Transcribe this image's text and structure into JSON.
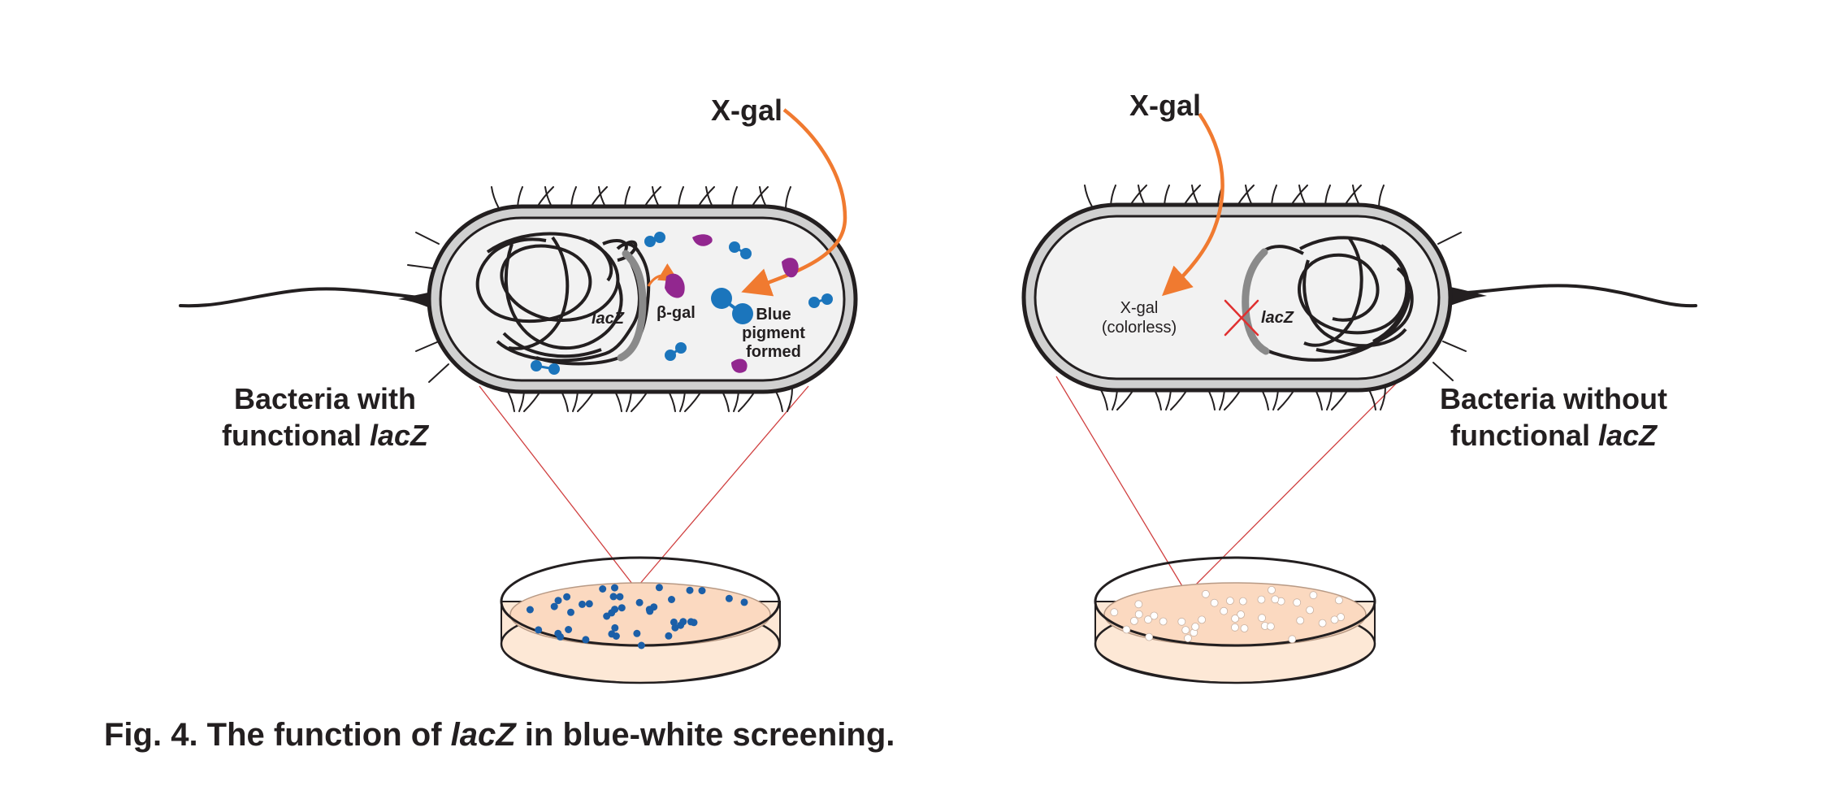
{
  "caption": {
    "prefix": "Fig. 4. The function of ",
    "gene": "lacZ",
    "suffix": " in blue-white screening."
  },
  "left_cell": {
    "xgal_label": "X-gal",
    "gene_label": "lacZ",
    "enzyme_label": "β-gal",
    "product_lines": [
      "Blue",
      "pigment",
      "formed"
    ],
    "caption_line1": "Bacteria with",
    "caption_line2_prefix": "functional ",
    "caption_line2_gene": "lacZ"
  },
  "right_cell": {
    "xgal_label": "X-gal",
    "substrate_lines": [
      "X-gal",
      "(colorless)"
    ],
    "gene_label": "lacZ",
    "caption_line1": "Bacteria without",
    "caption_line2_prefix": "functional ",
    "caption_line2_gene": "lacZ"
  },
  "colors": {
    "outline": "#231f20",
    "membrane": "#d0d0d0",
    "cytoplasm": "#f2f2f2",
    "arrow": "#f07a30",
    "molecule_blue": "#1b75bc",
    "enzyme_purple": "#92278f",
    "agar": "#fbd9c0",
    "blue_colony": "#1b5fa8",
    "white_colony": "#ffffff",
    "mutation_x": "#e03030",
    "zoom_line": "#d04040"
  },
  "colonies": {
    "blue_count": 42,
    "white_count": 40
  }
}
